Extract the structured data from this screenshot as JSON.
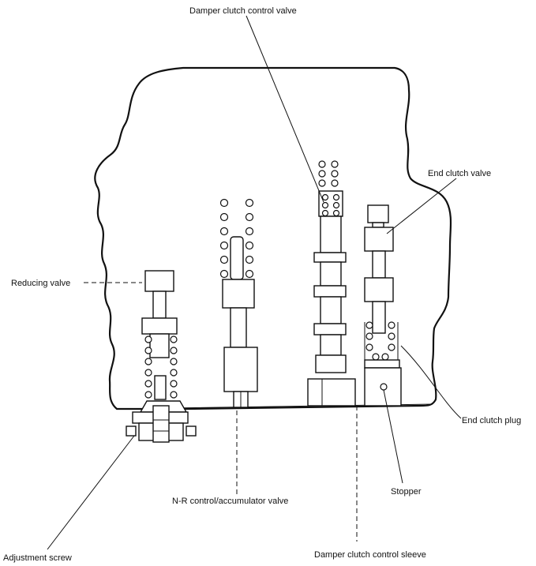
{
  "labels": {
    "damper_clutch_control_valve": "Damper clutch control valve",
    "end_clutch_valve": "End clutch valve",
    "reducing_valve": "Reducing valve",
    "end_clutch_plug": "End clutch plug",
    "stopper": "Stopper",
    "nr_control_accumulator_valve": "N-R control/accumulator valve",
    "adjustment_screw": "Adjustment screw",
    "damper_clutch_control_sleeve": "Damper clutch control sleeve"
  }
}
